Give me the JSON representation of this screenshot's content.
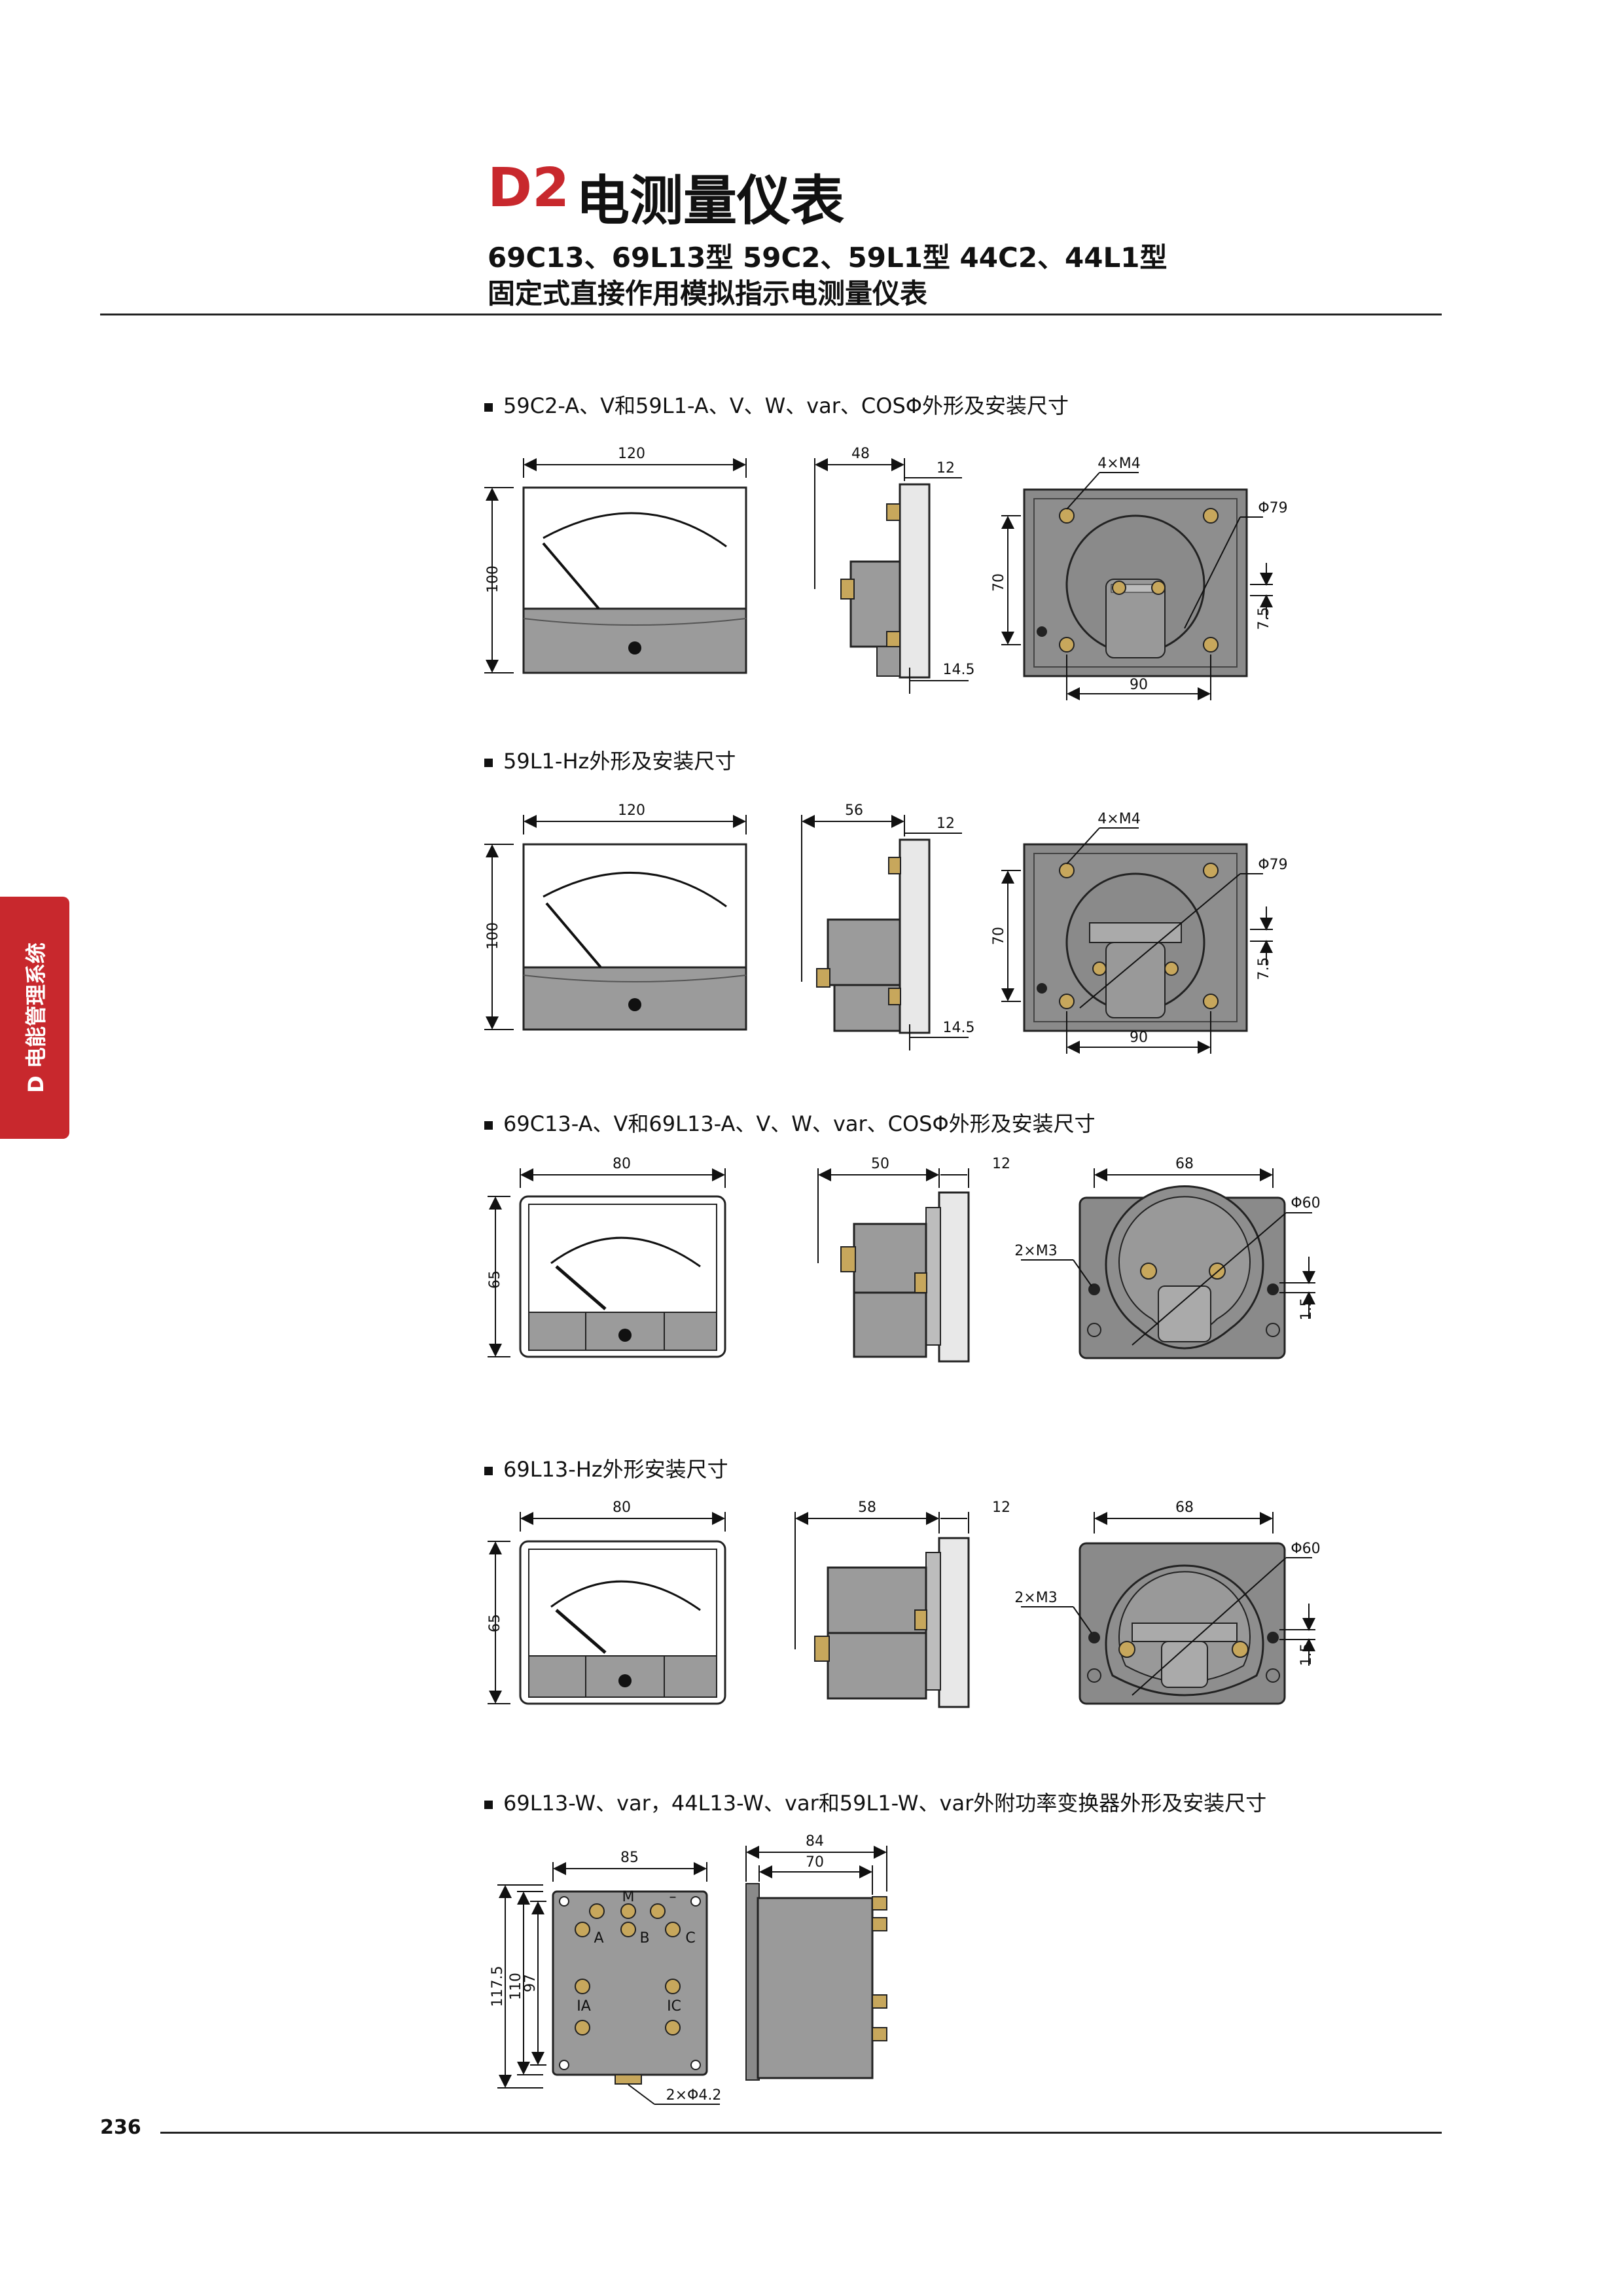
{
  "header": {
    "code": "D2",
    "name": "电测量仪表",
    "subtitle_line1": "69C13、69L13型 59C2、59L1型 44C2、44L1型",
    "subtitle_line2": "固定式直接作用模拟指示电测量仪表"
  },
  "side_tab": {
    "label": "D 电能管理系统"
  },
  "page_number": "236",
  "sections": [
    {
      "title": "59C2-A、V和59L1-A、V、W、var、COSΦ外形及安装尺寸",
      "dims": {
        "w": "120",
        "h": "100",
        "depth": "48",
        "flange": "12",
        "rear": "14.5",
        "screw": "4×M4",
        "hole": "Φ79",
        "v": "70",
        "off": "7.5",
        "hspace": "90"
      }
    },
    {
      "title": "59L1-Hz外形及安装尺寸",
      "dims": {
        "w": "120",
        "h": "100",
        "depth": "56",
        "flange": "12",
        "rear": "14.5",
        "screw": "4×M4",
        "hole": "Φ79",
        "v": "70",
        "off": "7.5",
        "hspace": "90"
      }
    },
    {
      "title": "69C13-A、V和69L13-A、V、W、var、COSΦ外形及安装尺寸",
      "dims": {
        "w": "80",
        "h": "65",
        "depth": "50",
        "flange": "12",
        "screw": "2×M3",
        "hole": "Φ60",
        "off": "1.5",
        "hspace": "68"
      }
    },
    {
      "title": "69L13-Hz外形安装尺寸",
      "dims": {
        "w": "80",
        "h": "65",
        "depth": "58",
        "flange": "12",
        "screw": "2×M3",
        "hole": "Φ60",
        "off": "1.5",
        "hspace": "68"
      }
    },
    {
      "title": "69L13-W、var，44L13-W、var和59L1-W、var外附功率变换器外形及安装尺寸",
      "dims": {
        "w": "85",
        "h1": "117.5",
        "h2": "110",
        "h3": "97",
        "d1": "84",
        "d2": "70",
        "holes": "2×Φ4.2"
      },
      "terminals": {
        "A": "A",
        "M": "M",
        "B": "B",
        "C": "C",
        "IA": "IA",
        "IC": "IC",
        "minus": "–"
      }
    }
  ]
}
